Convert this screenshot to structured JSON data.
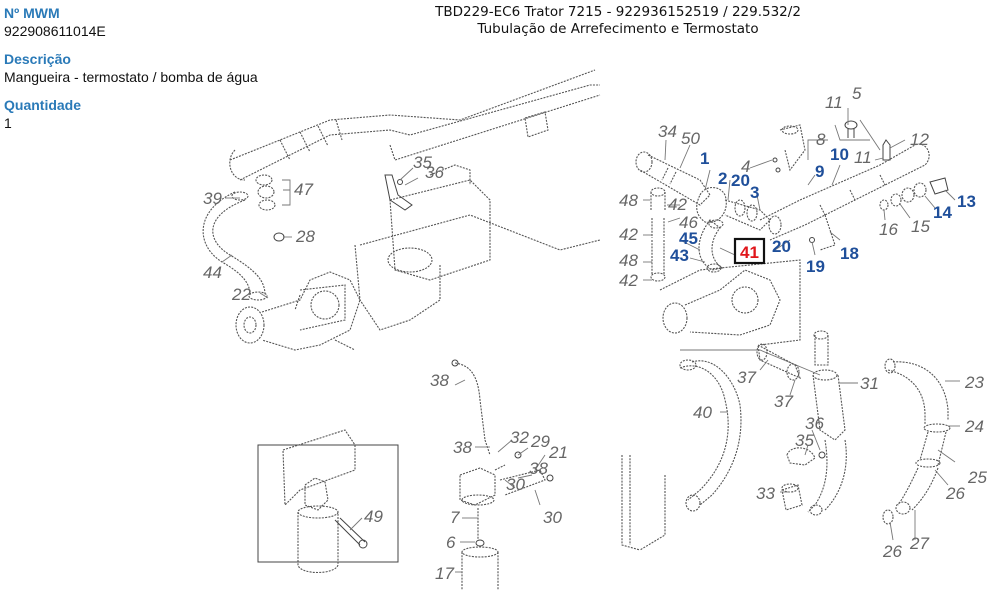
{
  "part_info": {
    "mwm_label": "Nº MWM",
    "mwm_value": "922908611014E",
    "description_label": "Descrição",
    "description_value": "Mangueira - termostato / bomba de água",
    "quantity_label": "Quantidade",
    "quantity_value": "1"
  },
  "diagram": {
    "title_line1": "TBD229-EC6 Trator 7215 - 922936152519  /  229.532/2",
    "title_line2": "Tubulação de Arrefecimento e Termostato",
    "highlight_color": "#e0161b",
    "callouts": [
      {
        "id": "c34",
        "text": "34",
        "style": "gray"
      },
      {
        "id": "c50",
        "text": "50",
        "style": "gray"
      },
      {
        "id": "c1",
        "text": "1",
        "style": "blue"
      },
      {
        "id": "c2",
        "text": "2",
        "style": "blue"
      },
      {
        "id": "c20a",
        "text": "20",
        "style": "blue"
      },
      {
        "id": "c3",
        "text": "3",
        "style": "blue"
      },
      {
        "id": "c4",
        "text": "4",
        "style": "gray"
      },
      {
        "id": "c8",
        "text": "8",
        "style": "gray"
      },
      {
        "id": "c9",
        "text": "9",
        "style": "blue"
      },
      {
        "id": "c10",
        "text": "10",
        "style": "blue"
      },
      {
        "id": "c11a",
        "text": "11",
        "style": "gray"
      },
      {
        "id": "c5",
        "text": "5",
        "style": "gray"
      },
      {
        "id": "c12",
        "text": "12",
        "style": "gray"
      },
      {
        "id": "c11b",
        "text": "11",
        "style": "gray"
      },
      {
        "id": "c13",
        "text": "13",
        "style": "blue"
      },
      {
        "id": "c14",
        "text": "14",
        "style": "blue"
      },
      {
        "id": "c15",
        "text": "15",
        "style": "gray"
      },
      {
        "id": "c16",
        "text": "16",
        "style": "gray"
      },
      {
        "id": "c18",
        "text": "18",
        "style": "blue"
      },
      {
        "id": "c19",
        "text": "19",
        "style": "blue"
      },
      {
        "id": "c20b",
        "text": "20",
        "style": "blue"
      },
      {
        "id": "c41",
        "text": "41",
        "style": "red"
      },
      {
        "id": "c48a",
        "text": "48",
        "style": "gray"
      },
      {
        "id": "c42a",
        "text": "42",
        "style": "gray"
      },
      {
        "id": "c46",
        "text": "46",
        "style": "gray"
      },
      {
        "id": "c42b",
        "text": "42",
        "style": "gray"
      },
      {
        "id": "c45",
        "text": "45",
        "style": "blue"
      },
      {
        "id": "c43",
        "text": "43",
        "style": "blue"
      },
      {
        "id": "c48b",
        "text": "48",
        "style": "gray"
      },
      {
        "id": "c42c",
        "text": "42",
        "style": "gray"
      },
      {
        "id": "c35a",
        "text": "35",
        "style": "gray"
      },
      {
        "id": "c36a",
        "text": "36",
        "style": "gray"
      },
      {
        "id": "c47",
        "text": "47",
        "style": "gray"
      },
      {
        "id": "c39",
        "text": "39",
        "style": "gray"
      },
      {
        "id": "c28",
        "text": "28",
        "style": "gray"
      },
      {
        "id": "c44",
        "text": "44",
        "style": "gray"
      },
      {
        "id": "c22",
        "text": "22",
        "style": "gray"
      },
      {
        "id": "c38a",
        "text": "38",
        "style": "gray"
      },
      {
        "id": "c38b",
        "text": "38",
        "style": "gray"
      },
      {
        "id": "c32",
        "text": "32",
        "style": "gray"
      },
      {
        "id": "c29",
        "text": "29",
        "style": "gray"
      },
      {
        "id": "c21",
        "text": "21",
        "style": "gray"
      },
      {
        "id": "c38c",
        "text": "38",
        "style": "gray"
      },
      {
        "id": "c30a",
        "text": "30",
        "style": "gray"
      },
      {
        "id": "c30b",
        "text": "30",
        "style": "gray"
      },
      {
        "id": "c7",
        "text": "7",
        "style": "gray"
      },
      {
        "id": "c6",
        "text": "6",
        "style": "gray"
      },
      {
        "id": "c17",
        "text": "17",
        "style": "gray"
      },
      {
        "id": "c49",
        "text": "49",
        "style": "gray"
      },
      {
        "id": "c37a",
        "text": "37",
        "style": "gray"
      },
      {
        "id": "c37b",
        "text": "37",
        "style": "gray"
      },
      {
        "id": "c31",
        "text": "31",
        "style": "gray"
      },
      {
        "id": "c40",
        "text": "40",
        "style": "gray"
      },
      {
        "id": "c36b",
        "text": "36",
        "style": "gray"
      },
      {
        "id": "c35b",
        "text": "35",
        "style": "gray"
      },
      {
        "id": "c33",
        "text": "33",
        "style": "gray"
      },
      {
        "id": "c23",
        "text": "23",
        "style": "gray"
      },
      {
        "id": "c24",
        "text": "24",
        "style": "gray"
      },
      {
        "id": "c25",
        "text": "25",
        "style": "gray"
      },
      {
        "id": "c26a",
        "text": "26",
        "style": "gray"
      },
      {
        "id": "c26b",
        "text": "26",
        "style": "gray"
      },
      {
        "id": "c27",
        "text": "27",
        "style": "gray"
      }
    ]
  }
}
